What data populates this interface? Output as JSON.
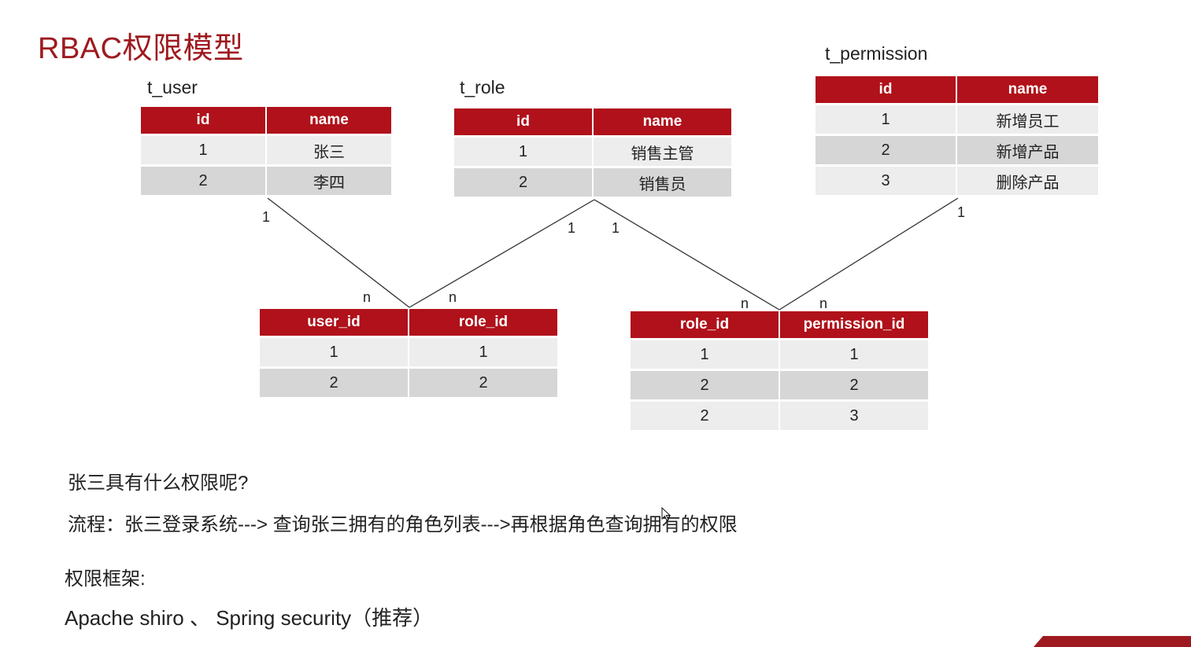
{
  "title": "RBAC权限模型",
  "tables": {
    "t_user": {
      "label": "t_user",
      "headers": [
        "id",
        "name"
      ],
      "rows": [
        [
          "1",
          "张三"
        ],
        [
          "2",
          "李四"
        ]
      ]
    },
    "t_role": {
      "label": "t_role",
      "headers": [
        "id",
        "name"
      ],
      "rows": [
        [
          "1",
          "销售主管"
        ],
        [
          "2",
          "销售员"
        ]
      ]
    },
    "t_permission": {
      "label": "t_permission",
      "headers": [
        "id",
        "name"
      ],
      "rows": [
        [
          "1",
          "新增员工"
        ],
        [
          "2",
          "新增产品"
        ],
        [
          "3",
          "删除产品"
        ]
      ]
    },
    "user_role": {
      "headers": [
        "user_id",
        "role_id"
      ],
      "rows": [
        [
          "1",
          "1"
        ],
        [
          "2",
          "2"
        ]
      ]
    },
    "role_permission": {
      "headers": [
        "role_id",
        "permission_id"
      ],
      "rows": [
        [
          "1",
          "1"
        ],
        [
          "2",
          "2"
        ],
        [
          "2",
          "3"
        ]
      ]
    }
  },
  "cardinality": {
    "user_side": "1",
    "user_role_left": "n",
    "user_role_right": "n",
    "role_left": "1",
    "role_right": "1",
    "role_perm_left": "n",
    "role_perm_right": "n",
    "permission_side": "1"
  },
  "text": {
    "question": "张三具有什么权限呢?",
    "flow": "流程：张三登录系统---> 查询张三拥有的角色列表--->再根据角色查询拥有的权限",
    "framework_label": "权限框架:",
    "frameworks": "Apache shiro 、 Spring security（推荐）"
  },
  "colors": {
    "header_red": "#b0111a",
    "title_red": "#9e1a20",
    "row_light": "#ededed",
    "row_dark": "#d6d6d6"
  }
}
